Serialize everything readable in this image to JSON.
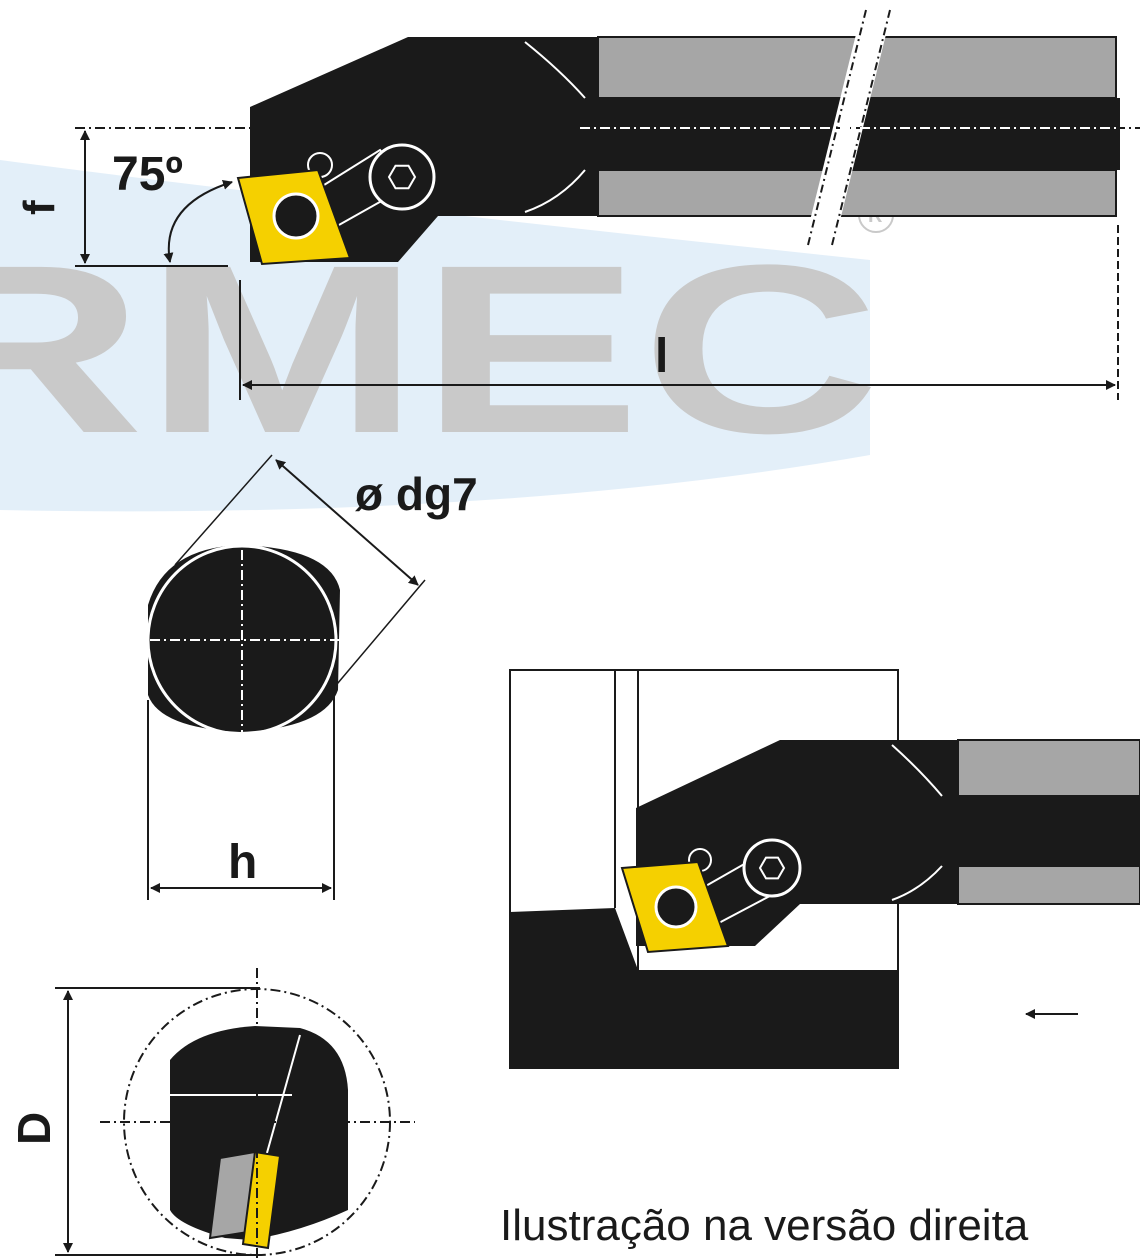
{
  "watermark": {
    "text": "RMEC",
    "registered_mark": "R"
  },
  "labels": {
    "f": "f",
    "angle": "75º",
    "length": "l",
    "diameter_tolerance": "ø dg7",
    "height": "h",
    "bore_diameter": "D"
  },
  "caption": "Ilustração na versão direita",
  "colors": {
    "body": "#1a1a1a",
    "shank_gray": "#a6a6a6",
    "insert_yellow": "#f5d000",
    "watermark_blue": "#d9eaf7",
    "watermark_gray": "#c9c9c9"
  }
}
